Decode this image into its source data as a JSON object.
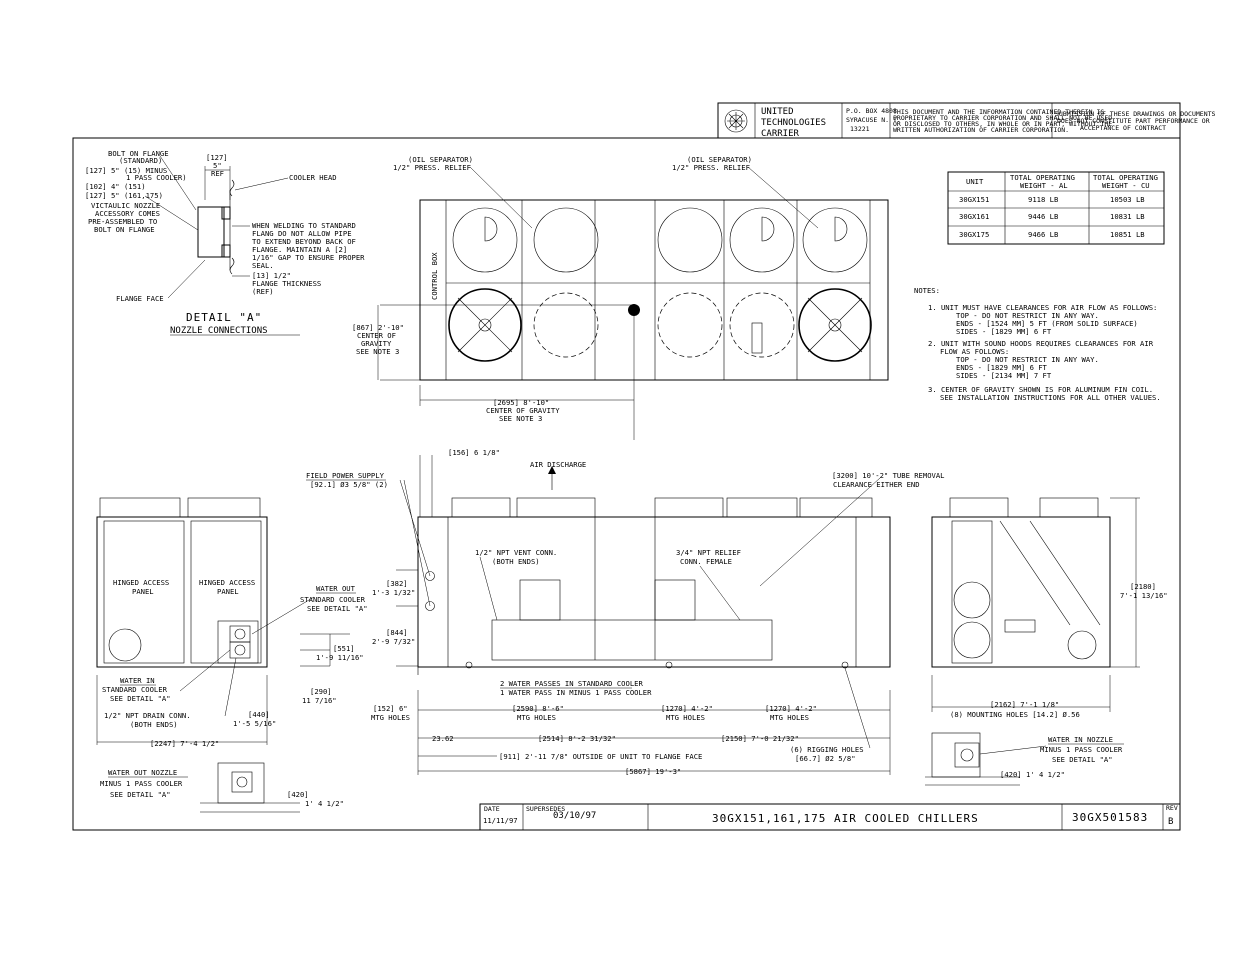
{
  "title_block": {
    "company_line1": "UNITED",
    "company_line2": "TECHNOLOGIES",
    "company_line3": "CARRIER",
    "address_line1": "P.O. BOX 4808",
    "address_line2": "SYRACUSE N. Y.",
    "address_line3": "13221",
    "notice_line1": "THIS DOCUMENT AND THE INFORMATION CONTAINED THEREIN IS",
    "notice_line2": "PROPRIETARY TO CARRIER CORPORATION AND SHALL NOT BE USED",
    "notice_line3": "OR DISCLOSED TO OTHERS, IN WHOLE OR IN PART, WITHOUT THE",
    "notice_line4": "WRITTEN AUTHORIZATION OF CARRIER CORPORATION.",
    "submission_line1": "SUBMISSION OF THESE DRAWINGS OR DOCUMENTS",
    "submission_line2": "DOES NOT CONSTITUTE PART PERFORMANCE OR",
    "submission_line3": "ACCEPTANCE OF CONTRACT",
    "date_label": "DATE",
    "date_value": "11/11/97",
    "supersedes_label": "SUPERSEDES",
    "supersedes_value": "03/10/97",
    "drawing_title": "30GX151,161,175 AIR COOLED CHILLERS",
    "drawing_number": "30GX501583",
    "rev_label": "REV",
    "rev_value": "B"
  },
  "weights_table": {
    "headers": [
      "UNIT",
      "TOTAL OPERATING WEIGHT - AL",
      "TOTAL OPERATING WEIGHT - CU"
    ],
    "header_line1": [
      "UNIT",
      "TOTAL OPERATING",
      "TOTAL OPERATING"
    ],
    "header_line2": [
      "",
      "WEIGHT - AL",
      "WEIGHT - CU"
    ],
    "rows": [
      [
        "30GX151",
        "9118 LB",
        "10503 LB"
      ],
      [
        "30GX161",
        "9446 LB",
        "10831 LB"
      ],
      [
        "30GX175",
        "9466 LB",
        "10851 LB"
      ]
    ]
  },
  "notes": {
    "heading": "NOTES:",
    "lines": [
      "1. UNIT MUST HAVE CLEARANCES FOR AIR FLOW AS FOLLOWS:",
      "TOP - DO NOT RESTRICT IN ANY WAY.",
      "ENDS - [1524 MM] 5 FT (FROM SOLID SURFACE)",
      "SIDES - [1829 MM] 6 FT",
      "2. UNIT WITH SOUND HOODS REQUIRES CLEARANCES FOR AIR",
      "FLOW AS FOLLOWS:",
      "TOP - DO NOT RESTRICT IN ANY WAY.",
      "ENDS - [1829 MM] 6 FT",
      "SIDES - [2134 MM] 7 FT",
      "3. CENTER OF GRAVITY SHOWN IS FOR ALUMINUM FIN COIL.",
      "SEE INSTALLATION INSTRUCTIONS FOR ALL OTHER VALUES."
    ]
  },
  "detail_a": {
    "title": "DETAIL \"A\"",
    "subtitle": "NOZZLE CONNECTIONS",
    "bolt_on_flange_1": "BOLT ON FLANGE",
    "bolt_on_flange_2": "(STANDARD)",
    "dim_127_5": "[127] 5\" (15) MINUS",
    "one_pass_cooler": "1 PASS COOLER)",
    "dim_102_4": "[102] 4\" (151)",
    "dim_127_5b": "[127] 5\" (161,175)",
    "victaulic_1": "VICTAULIC NOZZLE",
    "victaulic_2": "ACCESSORY COMES",
    "victaulic_3": "PRE-ASSEMBLED TO",
    "victaulic_4": "BOLT ON FLANGE",
    "ref_127": "[127]",
    "ref_5": "5\"",
    "ref_label": "REF",
    "cooler_head": "COOLER HEAD",
    "welding_1": "WHEN WELDING TO STANDARD",
    "welding_2": "FLANG DO NOT ALLOW PIPE",
    "welding_3": "TO EXTEND BEYOND BACK OF",
    "welding_4": "FLANGE. MAINTAIN A [2]",
    "welding_5": "1/16\" GAP TO ENSURE PROPER",
    "welding_6": "SEAL.",
    "flange_thk_1": "[13] 1/2\"",
    "flange_thk_2": "FLANGE THICKNESS",
    "flange_thk_3": "(REF)",
    "flange_face": "FLANGE FACE"
  },
  "top_view": {
    "oil_sep_left_1": "(OIL SEPARATOR)",
    "oil_sep_left_2": "1/2\" PRESS. RELIEF",
    "oil_sep_right_1": "(OIL SEPARATOR)",
    "oil_sep_right_2": "1/2\" PRESS. RELIEF",
    "control_box": "CONTROL BOX",
    "cg_side_1": "[867] 2'-10\"",
    "cg_side_2": "CENTER OF",
    "cg_side_3": "GRAVITY",
    "cg_side_4": "SEE NOTE 3",
    "cg_len_1": "[2695] 8'-10\"",
    "cg_len_2": "CENTER OF GRAVITY",
    "cg_len_3": "SEE NOTE 3"
  },
  "end_view_left": {
    "panel_left_1": "HINGED ACCESS",
    "panel_left_2": "PANEL",
    "panel_right_1": "HINGED ACCESS",
    "panel_right_2": "PANEL",
    "water_out": "WATER OUT",
    "water_out_2": "STANDARD COOLER",
    "water_out_3": "SEE DETAIL \"A\"",
    "water_in": "WATER IN",
    "water_in_2": "STANDARD COOLER",
    "water_in_3": "SEE DETAIL \"A\"",
    "drain_1": "1/2\" NPT DRAIN CONN.",
    "drain_2": "(BOTH ENDS)",
    "dim_551": "[551]",
    "dim_551b": "1'-9 11/16\"",
    "dim_290": "[290]",
    "dim_290b": "11 7/16\"",
    "dim_440": "[440]",
    "dim_440b": "1'-5 5/16\"",
    "dim_2247": "[2247] 7'-4 1/2\"",
    "water_out_nozzle": "WATER OUT NOZZLE",
    "water_out_nozzle_2": "MINUS 1 PASS COOLER",
    "water_out_nozzle_3": "SEE DETAIL \"A\"",
    "dim_420": "[420]",
    "dim_420b": "1' 4 1/2\""
  },
  "side_view": {
    "dim_156": "[156] 6 1/8\"",
    "field_power_1": "FIELD POWER SUPPLY",
    "field_power_2": "[92.1] Ø3 5/8\" (2)",
    "air_discharge": "AIR DISCHARGE",
    "tube_removal_1": "[3200] 10'-2\" TUBE REMOVAL",
    "tube_removal_2": "CLEARANCE EITHER END",
    "vent_1": "1/2\" NPT VENT CONN.",
    "vent_2": "(BOTH ENDS)",
    "relief_1": "3/4\" NPT RELIEF",
    "relief_2": "CONN. FEMALE",
    "dim_382": "[382]",
    "dim_382b": "1'-3 1/32\"",
    "dim_844": "[844]",
    "dim_844b": "2'-9 7/32\"",
    "passes_1": "2 WATER PASSES IN STANDARD COOLER",
    "passes_2": "1 WATER PASS IN MINUS 1 PASS COOLER",
    "dim_152": "[152] 6\"",
    "mtg_holes_a": "MTG HOLES",
    "dim_2590": "[2590] 8'-6\"",
    "mtg_holes_b": "MTG HOLES",
    "dim_1270a": "[1270] 4'-2\"",
    "mtg_holes_c": "MTG HOLES",
    "dim_1270b": "[1270] 4'-2\"",
    "mtg_holes_d": "MTG HOLES",
    "dim_2362": "23.62",
    "dim_2514": "[2514] 8'-2 31/32\"",
    "dim_2150": "[2150] 7'-0 21/32\"",
    "rigging_1": "(6) RIGGING HOLES",
    "rigging_2": "[66.7] Ø2 5/8\"",
    "dim_911": "[911] 2'-11 7/8\" OUTSIDE OF UNIT TO FLANGE FACE",
    "dim_5867": "[5867] 19'-3\""
  },
  "end_view_right": {
    "dim_2180": "[2180]",
    "dim_2180b": "7'-1 13/16\"",
    "dim_2162": "[2162] 7'-1 1/8\"",
    "mounting_holes": "(8) MOUNTING HOLES [14.2] Ø.56",
    "water_in_nozzle": "WATER IN NOZZLE",
    "water_in_nozzle_2": "MINUS 1 PASS COOLER",
    "water_in_nozzle_3": "SEE DETAIL \"A\"",
    "dim_420": "[420] 1' 4 1/2\""
  }
}
